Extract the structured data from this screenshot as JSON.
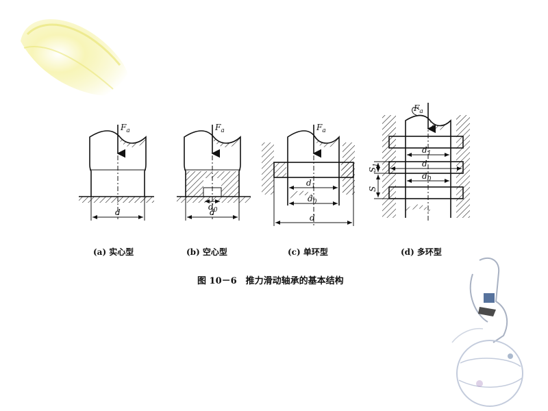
{
  "figure": {
    "title": "图 10－6　推力滑动轴承的基本结构",
    "force_label": "F",
    "force_subscript": "a",
    "diameter_label": "d",
    "inner_diameter_label": "d",
    "inner_diameter_subscript": "0",
    "ring_diameter_label": "d",
    "ring_diameter_subscript": "1",
    "pitch_label": "S",
    "thickness_label": "S",
    "thickness_subscript": "1",
    "panels": [
      {
        "caption": "(a) 实心型"
      },
      {
        "caption": "(b) 空心型"
      },
      {
        "caption": "(c) 单环型"
      },
      {
        "caption": "(d) 多环型"
      }
    ]
  },
  "decorations": {
    "comet_color": "#f3f09a",
    "figurine_color": "#3a5b8c"
  }
}
